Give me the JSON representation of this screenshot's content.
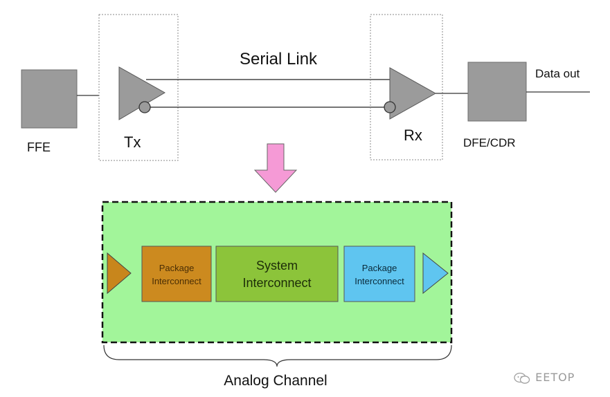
{
  "labels": {
    "ffe": "FFE",
    "tx": "Tx",
    "serial_link": "Serial Link",
    "rx": "Rx",
    "dfe_cdr": "DFE/CDR",
    "data_out": "Data out",
    "analog_channel": "Analog Channel"
  },
  "channel_blocks": [
    {
      "line1": "Package",
      "line2": "Interconnect",
      "color": "#cc8a1f"
    },
    {
      "line1": "System",
      "line2": "Interconnect",
      "color": "#8cc43a"
    },
    {
      "line1": "Package",
      "line2": "Interconnect",
      "color": "#5fc5f0"
    }
  ],
  "colors": {
    "grey_block": "#9b9b9b",
    "channel_bg": "#a2f59a",
    "arrow_pink": "#f59ad6",
    "tx_triangle": "#c8861c",
    "rx_triangle": "#5fc5f0"
  },
  "watermark": "EETOP"
}
